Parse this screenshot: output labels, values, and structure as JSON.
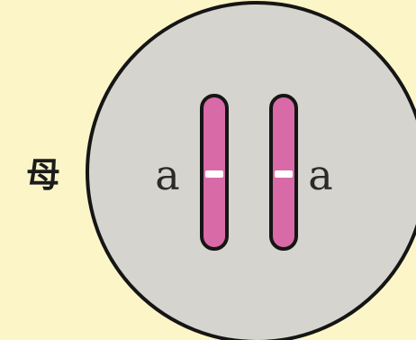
{
  "figure": {
    "parent_label": "母",
    "left_gene_label": "a",
    "right_gene_label": "a"
  },
  "colors": {
    "background": "#fbf5c8",
    "cell": "#d6d4ce",
    "outline": "#151515",
    "chromosome": "#d86aa7",
    "centromere": "#ffffff"
  }
}
